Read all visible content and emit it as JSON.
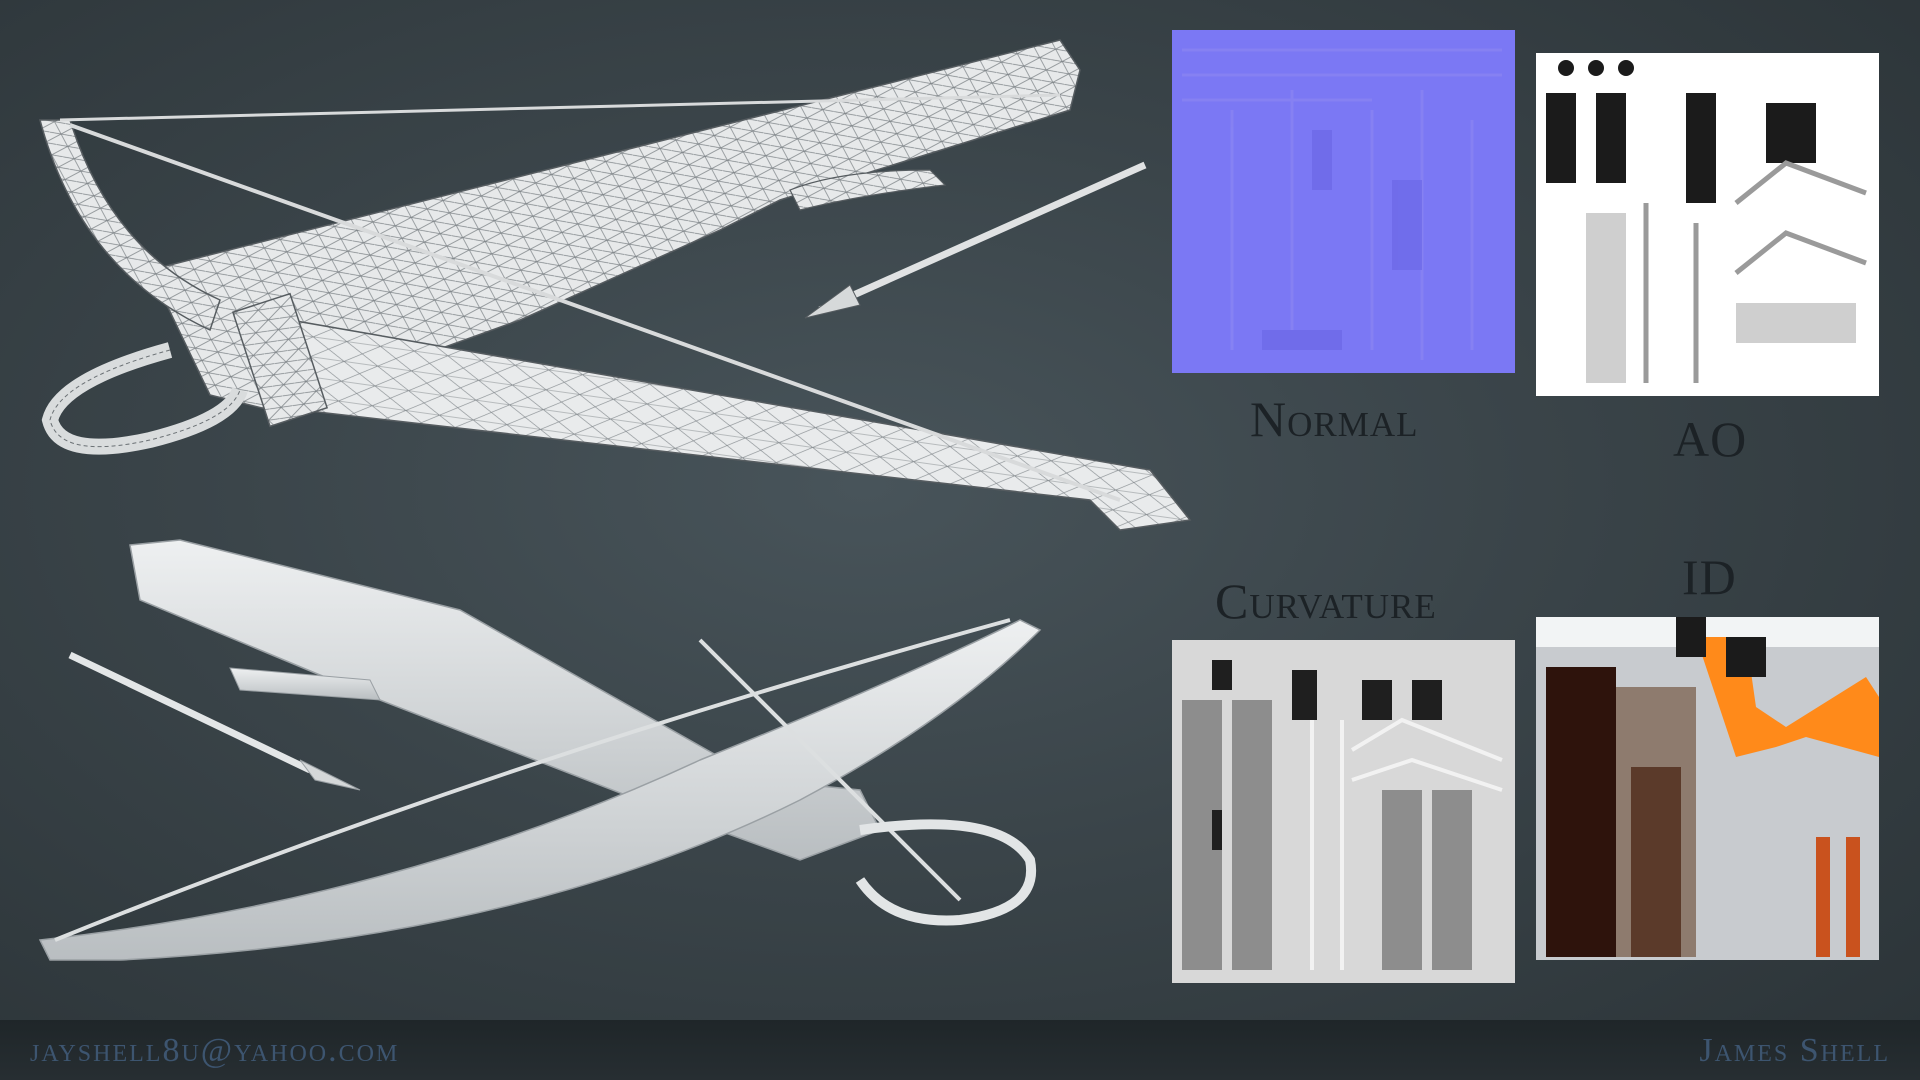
{
  "maps": {
    "normal": {
      "label": "Normal",
      "base_color": "#7b78f4"
    },
    "ao": {
      "label": "AO",
      "base_color": "#ffffff"
    },
    "curvature": {
      "label": "Curvature",
      "base_color": "#d8d8d8"
    },
    "id": {
      "label": "ID",
      "base_color": "#c8cbcf",
      "accent_colors": [
        "#ff8a1a",
        "#2e130c",
        "#5b3a2a",
        "#8e7b6e",
        "#c9521e"
      ]
    }
  },
  "footer": {
    "email": "jayshell8u@yahoo.com",
    "author": "James Shell"
  },
  "renders": {
    "top": {
      "subject": "crossbow-wireframe-render"
    },
    "bottom": {
      "subject": "crossbow-clay-render"
    }
  }
}
